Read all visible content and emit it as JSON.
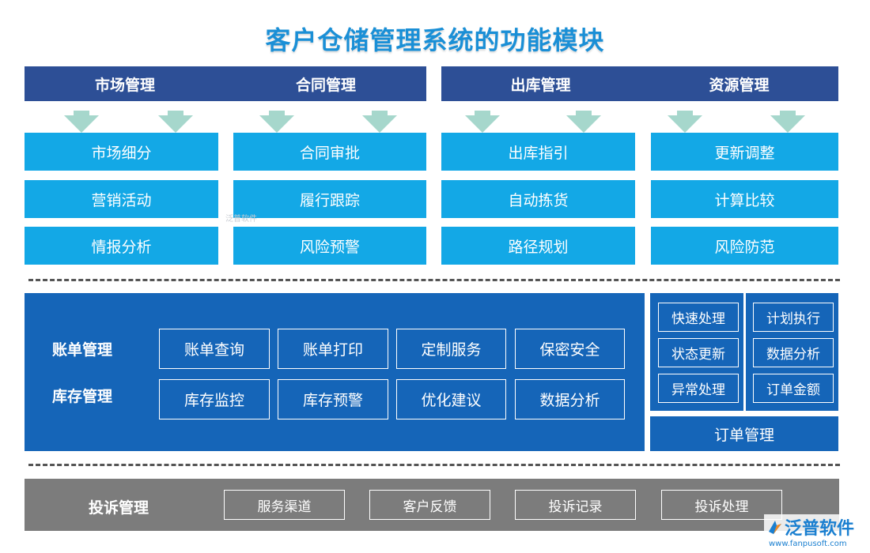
{
  "title": "客户仓储管理系统的功能模块",
  "top": {
    "headers": [
      "市场管理",
      "合同管理",
      "出库管理",
      "资源管理"
    ],
    "columns": [
      [
        "市场细分",
        "营销活动",
        "情报分析"
      ],
      [
        "合同审批",
        "履行跟踪",
        "风险预警"
      ],
      [
        "出库指引",
        "自动拣货",
        "路径规划"
      ],
      [
        "更新调整",
        "计算比较",
        "风险防范"
      ]
    ]
  },
  "middle": {
    "labels": [
      "账单管理",
      "库存管理"
    ],
    "row1": [
      "账单查询",
      "账单打印",
      "定制服务",
      "保密安全"
    ],
    "row2": [
      "库存监控",
      "库存预警",
      "优化建议",
      "数据分析"
    ],
    "order": {
      "left": [
        "快速处理",
        "状态更新",
        "异常处理"
      ],
      "right": [
        "计划执行",
        "数据分析",
        "订单金额"
      ],
      "label": "订单管理"
    }
  },
  "bottom": {
    "label": "投诉管理",
    "items": [
      "服务渠道",
      "客户反馈",
      "投诉记录",
      "投诉处理"
    ]
  },
  "logo": {
    "name": "泛普软件",
    "url": "www.fanpusoft.com",
    "watermark": "泛普软件"
  },
  "colors": {
    "title": "#1a8fd6",
    "header": "#2d4f96",
    "box": "#13a8e6",
    "arrow": "#a6d7cc",
    "middle": "#1565b8",
    "bottom": "#7c7c7c"
  }
}
